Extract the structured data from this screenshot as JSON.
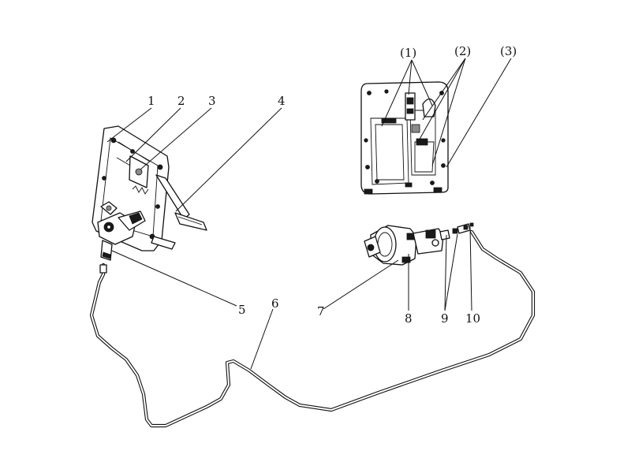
{
  "labels": {
    "l1": "1",
    "l2": "2",
    "l3": "3",
    "l4": "4",
    "l5": "5",
    "l6": "6",
    "l7": "7",
    "l8": "8",
    "l9": "9",
    "l10": "10",
    "d1": "(1)",
    "d2": "(2)",
    "d3": "(3)"
  }
}
